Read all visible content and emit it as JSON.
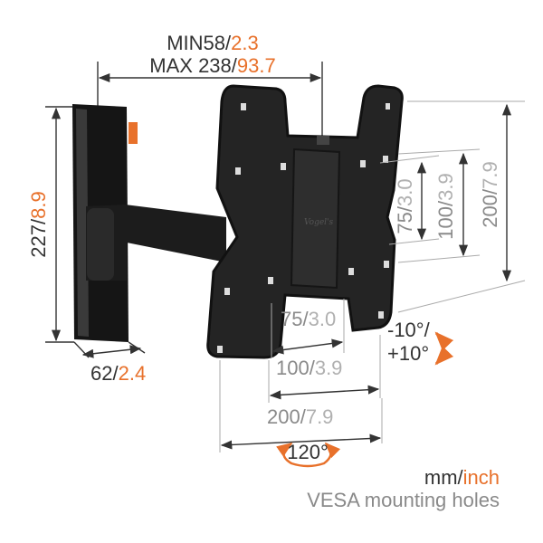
{
  "top_dimension": {
    "min_mm": "MIN58/",
    "min_inch": "2.3",
    "max_mm": "MAX 238/",
    "max_inch": "93.7"
  },
  "height_dimension": {
    "mm": "227/",
    "inch": "8.9"
  },
  "depth_dimension": {
    "mm": "62/",
    "inch": "2.4"
  },
  "vesa_vertical": [
    {
      "mm": "75/",
      "inch": "3.0"
    },
    {
      "mm": "100/",
      "inch": "3.9"
    },
    {
      "mm": "200/",
      "inch": "7.9"
    }
  ],
  "vesa_horizontal": [
    {
      "mm": "75/",
      "inch": "3.0"
    },
    {
      "mm": "100/",
      "inch": "3.9"
    },
    {
      "mm": "200/",
      "inch": "7.9"
    }
  ],
  "tilt": {
    "minus": "-10°/",
    "plus": "+10°"
  },
  "swivel": "120°",
  "legend": {
    "mm": "mm/",
    "inch": "inch",
    "note": "VESA mounting holes"
  },
  "brand_logo": "Vogel's",
  "colors": {
    "accent": "#e8712b",
    "product": "#1e1e1e",
    "gray_text": "#8a8a8a"
  }
}
